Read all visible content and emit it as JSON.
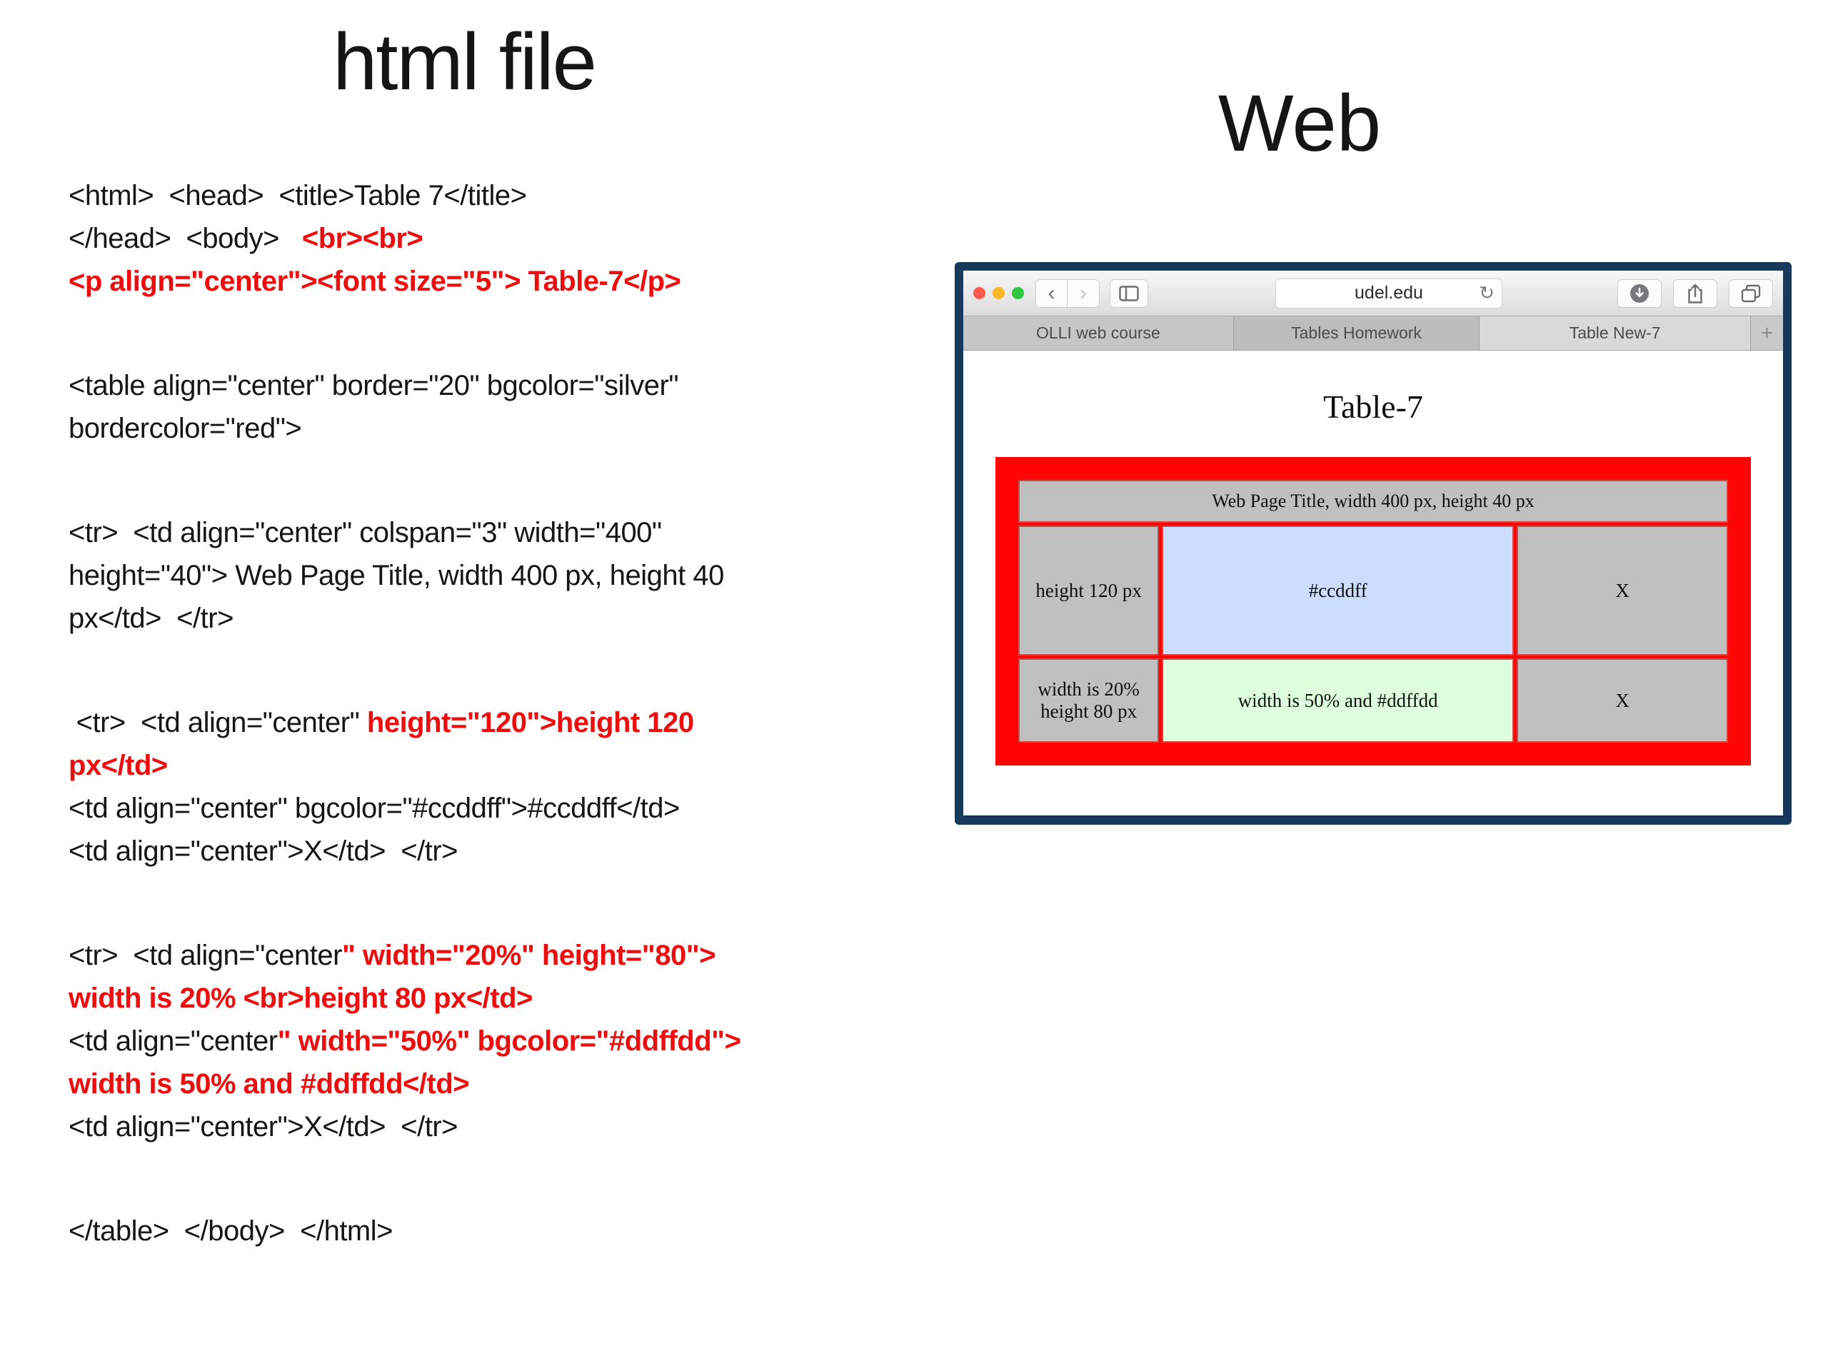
{
  "left": {
    "title": "html file",
    "code": {
      "l01": "<html>  <head>  <title>Table 7</title>",
      "l02b": "</head>  <body>   ",
      "l02r": "<br><br>",
      "l03": "<p align=\"center\"><font size=\"5\"> Table-7</p>",
      "l04": "<table align=\"center\" border=\"20\" bgcolor=\"silver\"",
      "l05": "bordercolor=\"red\">",
      "l06": "<tr>  <td align=\"center\" colspan=\"3\" width=\"400\"",
      "l07": "height=\"40\"> Web Page Title, width 400 px, height 40",
      "l08": "px</td>  </tr>",
      "l09b": " <tr>  <td align=\"center\" ",
      "l09r": "height=\"120\">height 120",
      "l10r": "px</td>",
      "l11": "<td align=\"center\" bgcolor=\"#ccddff\">#ccddff</td>",
      "l12": "<td align=\"center\">X</td>  </tr>",
      "l13b": "<tr>  <td align=\"center",
      "l13r": "\" width=\"20%\" height=\"80\">",
      "l14r": "width is 20% <br>height 80 px</td>",
      "l15b": "<td align=\"center",
      "l15r": "\" width=\"50%\" bgcolor=\"#ddffdd\">",
      "l16r": "width is 50% and #ddffdd</td>",
      "l17": "<td align=\"center\">X</td>  </tr>",
      "l18": "</table>  </body>  </html>"
    }
  },
  "right": {
    "title": "Web",
    "browser": {
      "url": "udel.edu",
      "icons": {
        "back": "‹",
        "forward": "›",
        "refresh": "↻",
        "new_tab": "+"
      },
      "tabs": [
        "OLLI web course",
        "Tables Homework",
        "Table New-7"
      ],
      "page": {
        "heading": "Table-7",
        "table": {
          "header": "Web Page Title, width 400 px, height 40 px",
          "r2c1": "height 120 px",
          "r2c2": "#ccddff",
          "r2c3": "X",
          "r3c1a": "width is 20%",
          "r3c1b": "height 80 px",
          "r3c2": "width is 50% and #ddffdd",
          "r3c3": "X"
        }
      }
    }
  },
  "colors": {
    "code_red": "#ed0d0d",
    "window_frame_navy": "#17395c",
    "table_border_red": "#fe0505",
    "cell_silver": "#c0c0c0",
    "cell_blue": "#ccddff",
    "cell_green": "#ddffdd",
    "traffic_red": "#fb5a51",
    "traffic_yellow": "#fcb827",
    "traffic_green": "#2fc640"
  }
}
